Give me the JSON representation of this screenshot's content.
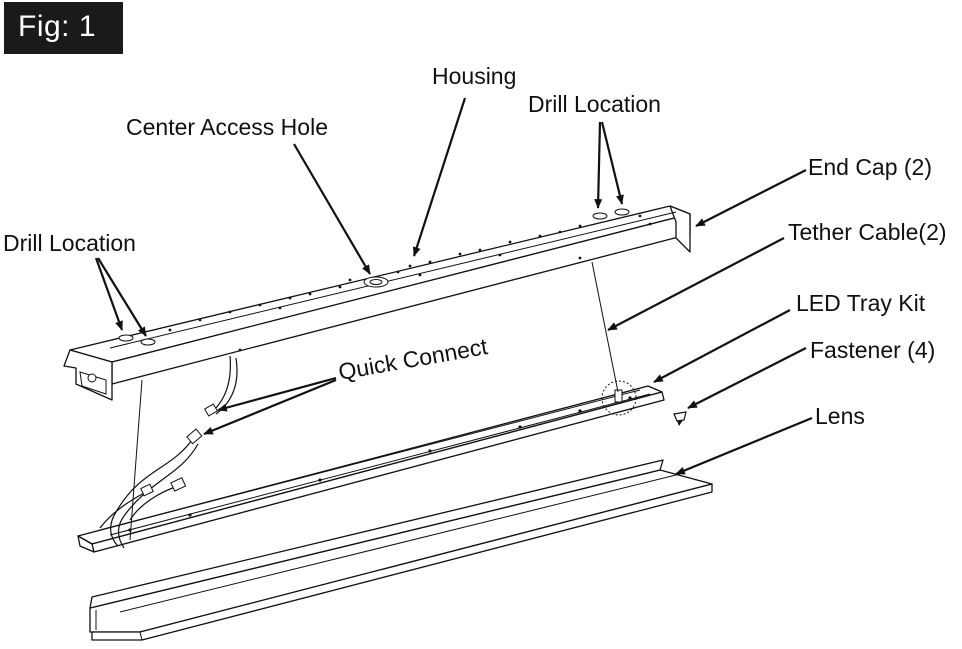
{
  "figure_tag": "Fig: 1",
  "labels": {
    "housing": "Housing",
    "drill_location_right": "Drill Location",
    "center_access_hole": "Center Access Hole",
    "end_cap": "End Cap (2)",
    "drill_location_left": "Drill Location",
    "tether_cable": "Tether Cable(2)",
    "led_tray_kit": "LED Tray Kit",
    "quick_connect": "Quick Connect",
    "fastener": "Fastener (4)",
    "lens": "Lens"
  },
  "colors": {
    "badge_background": "#1a1a1a",
    "badge_text": "#ffffff",
    "line_art": "#111111",
    "background": "#ffffff"
  }
}
